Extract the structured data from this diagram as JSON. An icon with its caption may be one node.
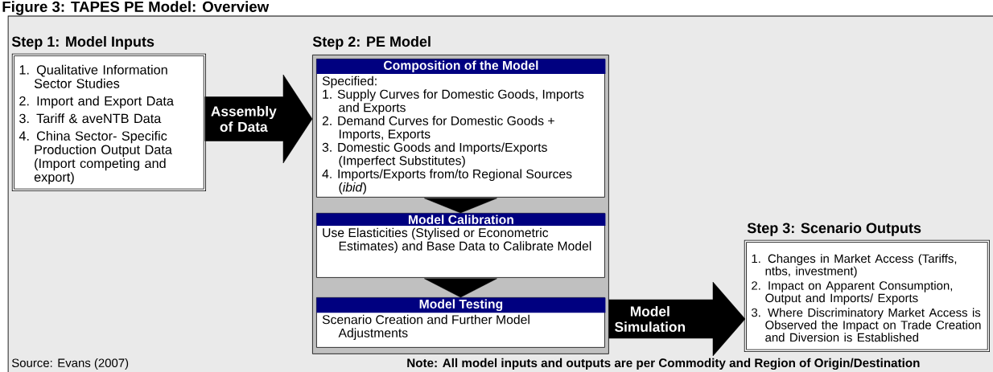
{
  "diagram": {
    "title": "Figure 3: TAPES PE Model: Overview",
    "nodes": [
      {
        "text": [
          "Step 1: Model Inputs",
          "1. Qualitative Information Sector Studies",
          "2. Import and Export Data",
          "3. Tariff & aveNTB Data",
          "4. China Sector- Specific Production Output Data (Import competing and export)"
        ]
      },
      {
        "text": [
          "Step 2: PE Model"
        ]
      },
      {
        "text": [
          "Composition of the Model",
          "Specified:",
          "1. Supply Curves for Domestic Goods, Imports and Exports",
          "2. Demand Curves for Domestic Goods + Imports, Exports",
          "3. Domestic Goods and Imports/Exports (Imperfect Substitutes)",
          "4. Imports/Exports from/to Regional Sources (*ibid*)"
        ],
        "in": 1
      },
      {
        "text": [
          "Model Calibration",
          "Use Elasticities (Stylised or Econometric Estimates) and Base Data to Calibrate Model"
        ],
        "in": 1
      },
      {
        "text": [
          "Model Testing",
          "Scenario Creation and Further Model Adjustments"
        ],
        "in": 1
      },
      {
        "text": [
          "Step 3: Scenario Outputs",
          "1. Changes in Market Access (Tariffs, ntbs, investment)",
          "2. Impact on Apparent Consumption, Output and Imports/ Exports",
          "3. Where Discriminatory Market Access is Observed the Impact on Trade Creation and Diversion is Established"
        ]
      }
    ],
    "edges": [
      {
        "from": 0,
        "to": 1,
        "arrow": "to",
        "label": "Assembly of Data",
        "style": "thick"
      },
      {
        "from": 2,
        "to": 3,
        "arrow": "to"
      },
      {
        "from": 3,
        "to": 4,
        "arrow": "to"
      },
      {
        "from": 1,
        "to": 5,
        "arrow": "to",
        "label": "Model Simulation",
        "style": "thick"
      }
    ],
    "labels": [
      "Source: Evans (2007)",
      "Note: All model inputs and outputs are per Commodity and Region of Origin/Destination"
    ]
  }
}
